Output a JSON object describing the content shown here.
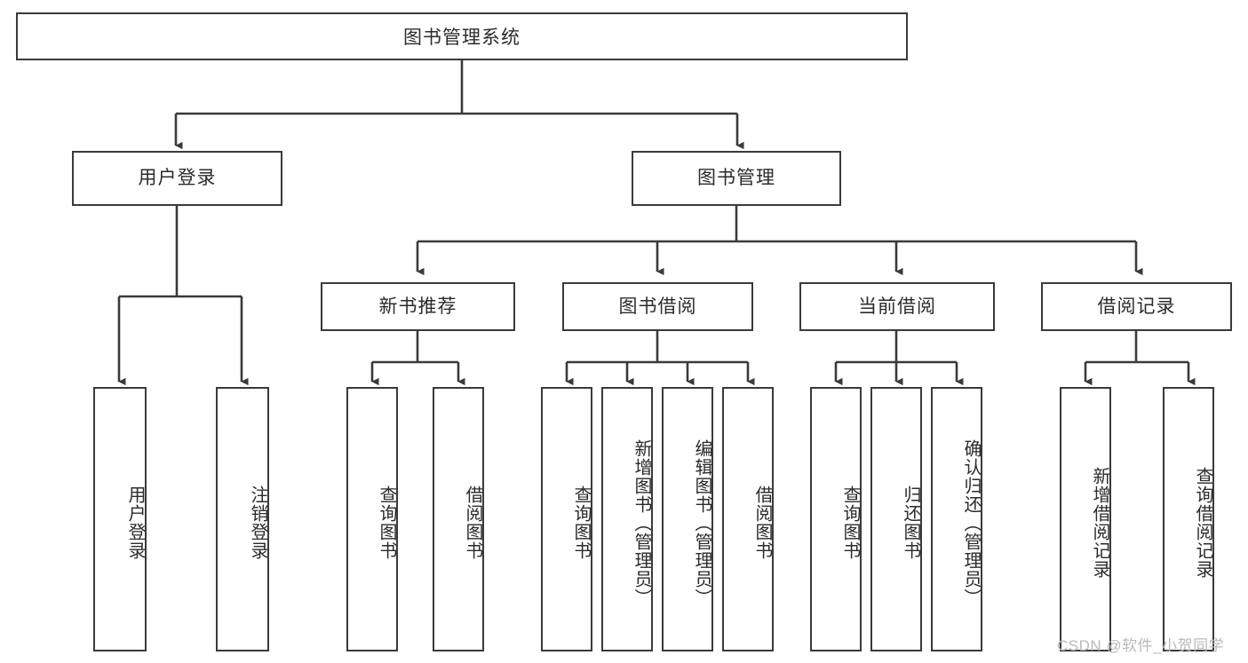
{
  "diagram": {
    "title": "图书管理系统",
    "type": "hierarchy-tree",
    "watermark": "CSDN @软件_小贺同学",
    "colors": {
      "stroke": "#3a3a3a",
      "text": "#2b2b2b",
      "background": "#ffffff",
      "watermark": "#b9b9b9"
    },
    "root": {
      "label": "图书管理系统"
    },
    "level2": [
      {
        "label": "用户登录"
      },
      {
        "label": "图书管理"
      }
    ],
    "level3": [
      {
        "label": "新书推荐"
      },
      {
        "label": "图书借阅"
      },
      {
        "label": "当前借阅"
      },
      {
        "label": "借阅记录"
      }
    ],
    "leaves": {
      "user_login": [
        {
          "label": "用户登录"
        },
        {
          "label": "注销登录"
        }
      ],
      "new_book": [
        {
          "label": "查询图书"
        },
        {
          "label": "借阅图书"
        }
      ],
      "borrow": [
        {
          "label": "查询图书"
        },
        {
          "label": "新增图书（管理员）"
        },
        {
          "label": "编辑图书（管理员）"
        },
        {
          "label": "借阅图书"
        }
      ],
      "current": [
        {
          "label": "查询图书"
        },
        {
          "label": "归还图书"
        },
        {
          "label": "确认归还（管理员）"
        }
      ],
      "records": [
        {
          "label": "新增借阅记录"
        },
        {
          "label": "查询借阅记录"
        }
      ]
    }
  }
}
